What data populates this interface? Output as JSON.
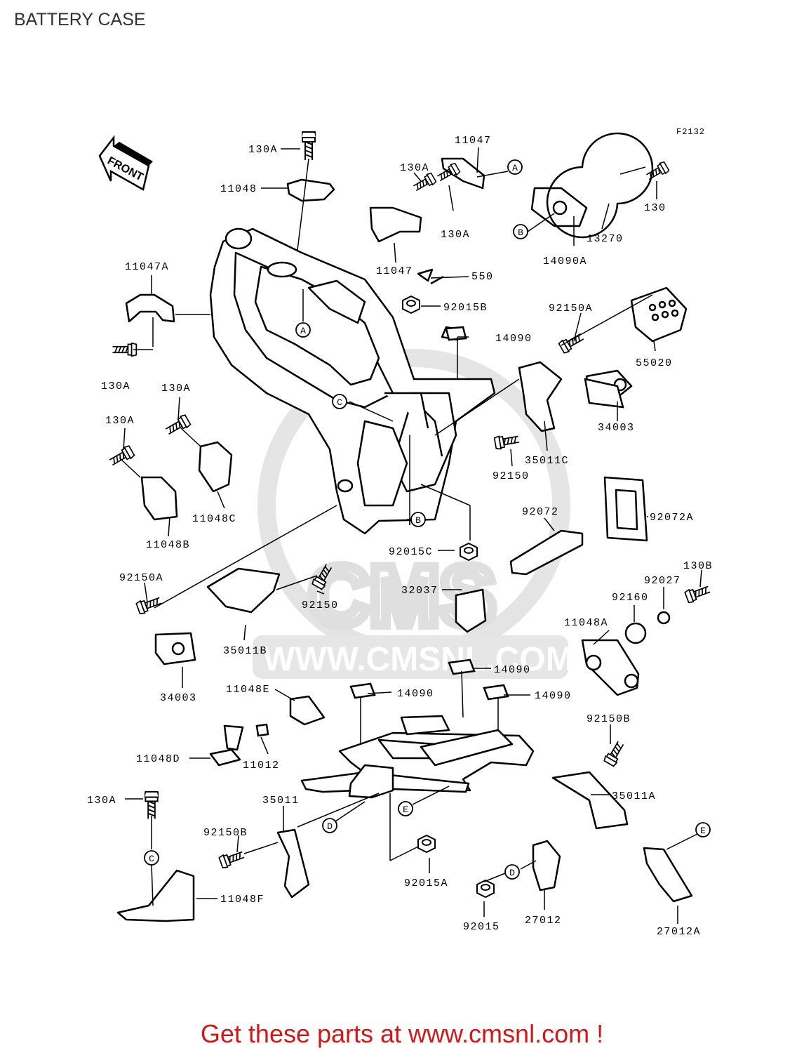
{
  "page": {
    "title": "BATTERY CASE",
    "figure_code": "F2132",
    "front_label": "FRONT"
  },
  "watermark": {
    "brand": "CMS",
    "url": "WWW.CMSNL.COM"
  },
  "callouts": [
    "A",
    "B",
    "C",
    "D",
    "E"
  ],
  "parts": [
    "130A",
    "11048",
    "11047",
    "130A",
    "130A",
    "130",
    "13270",
    "14090A",
    "11047",
    "550",
    "11047A",
    "130A",
    "92015B",
    "14090",
    "92150A",
    "55020",
    "130A",
    "130A",
    "34003",
    "35011C",
    "92150",
    "11048C",
    "11048B",
    "92072",
    "92072A",
    "92015C",
    "32037",
    "130B",
    "92150A",
    "92150",
    "92027",
    "92160",
    "35011B",
    "11048A",
    "34003",
    "14090",
    "11048E",
    "14090",
    "14090",
    "92150B",
    "11048D",
    "11012",
    "35011A",
    "130A",
    "35011",
    "92150B",
    "92015A",
    "11048F",
    "92015",
    "27012",
    "27012A"
  ],
  "footer": {
    "text": "Get these parts at www.cmsnl.com !"
  },
  "colors": {
    "footer": "#d01818",
    "title": "#333333",
    "watermark": "#dcdcdc"
  }
}
